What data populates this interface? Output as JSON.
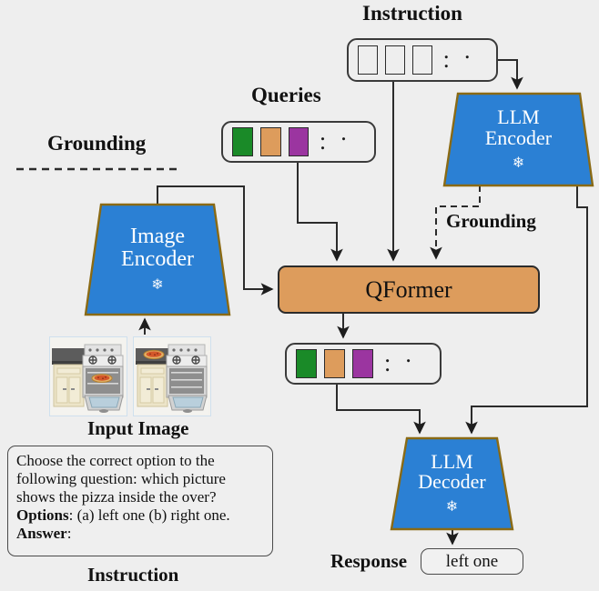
{
  "diagram": {
    "title": "Grounded instruction-tuned vision-language model architecture",
    "background_color": "#eeeeee",
    "accent_blue": "#2b80d4",
    "accent_orange": "#dd9c5c",
    "module_border": "#8a6a14"
  },
  "labels": {
    "instruction_top": "Instruction",
    "queries": "Queries",
    "grounding_left": "Grounding",
    "grounding_right": "Grounding",
    "input_image": "Input Image",
    "instruction_bottom": "Instruction",
    "response": "Response"
  },
  "modules": {
    "image_encoder": {
      "line1": "Image",
      "line2": "Encoder",
      "frozen_icon": "❄",
      "frozen": true,
      "color": "#2b80d4"
    },
    "llm_encoder": {
      "line1": "LLM",
      "line2": "Encoder",
      "frozen_icon": "❄",
      "frozen": true,
      "color": "#2b80d4"
    },
    "llm_decoder": {
      "line1": "LLM",
      "line2": "Decoder",
      "frozen_icon": "❄",
      "frozen": true,
      "color": "#2b80d4"
    },
    "qformer": {
      "label": "QFormer",
      "color": "#dd9c5c"
    }
  },
  "token_strips": {
    "instruction": {
      "name": "instruction-tokens",
      "tokens": [
        {
          "color": "#eeeeee"
        },
        {
          "color": "#eeeeee"
        },
        {
          "color": "#eeeeee"
        }
      ],
      "ellipsis": ". . ."
    },
    "queries": {
      "name": "query-tokens",
      "tokens": [
        {
          "color": "#1a8a28"
        },
        {
          "color": "#dd9c5c"
        },
        {
          "color": "#9b35a0"
        }
      ],
      "ellipsis": ". . ."
    },
    "qformer_output": {
      "name": "qformer-output-tokens",
      "tokens": [
        {
          "color": "#1a8a28"
        },
        {
          "color": "#dd9c5c"
        },
        {
          "color": "#9b35a0"
        }
      ],
      "ellipsis": ". . ."
    }
  },
  "prompt": {
    "question_line1": "Choose the correct option to the",
    "question_line2": "following question: which picture",
    "question_line3": "shows the pizza inside the over?",
    "options_label": "Options",
    "options_text": ": (a) left one (b) right one.",
    "answer_label": "Answer",
    "answer_text": ":"
  },
  "response": {
    "text": "left one"
  },
  "input_images": [
    {
      "alt": "kitchen stove with pizza inside the open oven",
      "pizza_location": "inside-oven"
    },
    {
      "alt": "kitchen stove with pizza on the cooktop",
      "pizza_location": "on-top"
    }
  ]
}
